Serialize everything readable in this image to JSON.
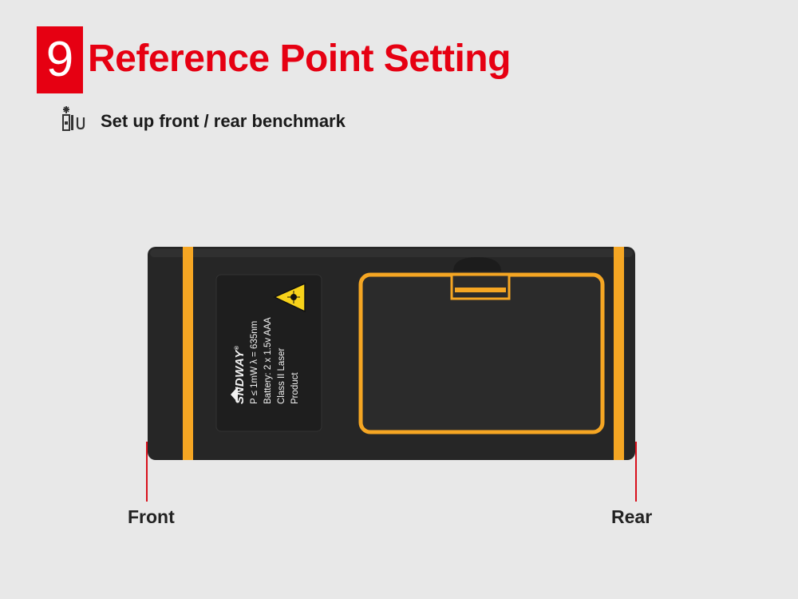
{
  "header": {
    "number": "9",
    "title": "Reference Point Setting"
  },
  "mode": {
    "icon": "reference-point-icon",
    "description": "Set up front / rear benchmark"
  },
  "device": {
    "brand": "SNDWAY",
    "label_lines": [
      "P ≤ 1mW   λ = 635nm",
      "Battery: 2 x 1.5v AAA",
      "Class II Laser",
      "Product"
    ],
    "warning_icon": "laser-warning-icon"
  },
  "references": {
    "front": "Front",
    "rear": "Rear"
  },
  "colors": {
    "accent_red": "#e60012",
    "device_orange": "#f5a623",
    "device_body": "#262626"
  }
}
